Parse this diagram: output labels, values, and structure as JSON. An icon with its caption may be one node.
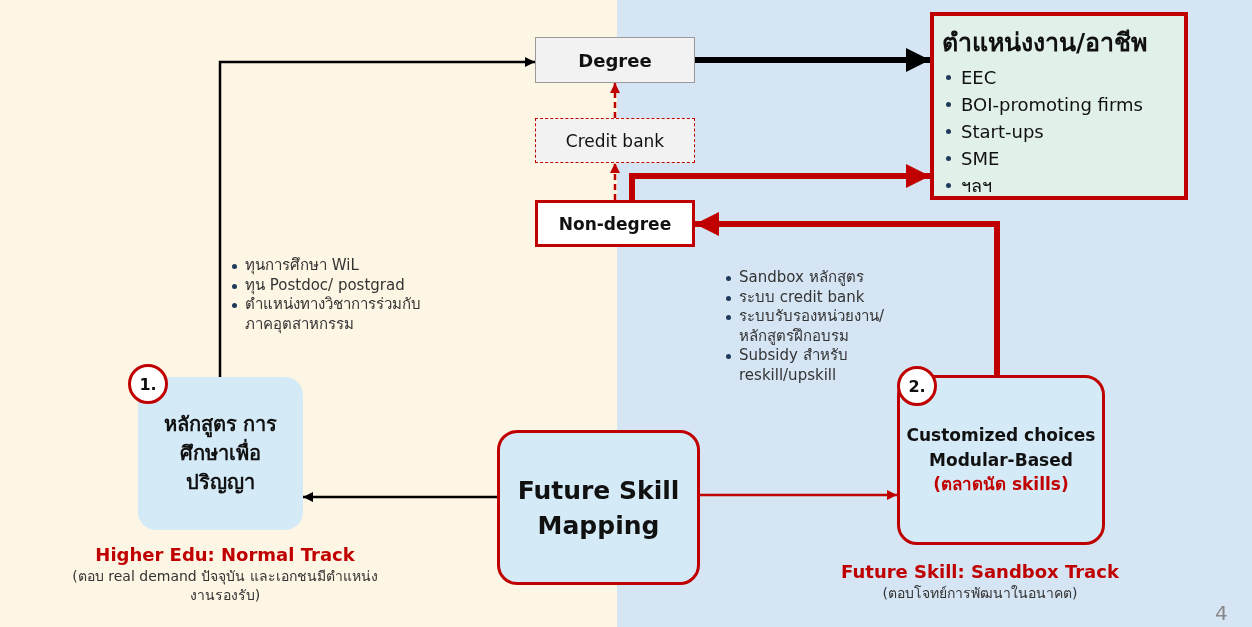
{
  "diagram": {
    "nodes": [
      {
        "text": [
          "Degree"
        ]
      },
      {
        "text": [
          "Credit bank"
        ]
      },
      {
        "text": [
          "Non-degree"
        ]
      },
      {
        "text": [
          "ตำแหน่งงาน/อาชีพ",
          "EEC",
          "BOI-promoting firms",
          "Start-ups",
          "SME",
          "ฯลฯ"
        ]
      },
      {
        "text": [
          "หลักสูตร การศึกษาเพื่อ ปริญญา"
        ],
        "beside": [
          "Higher Edu: Normal Track",
          "(ตอบ real demand ปัจจุบัน และเอกชนมีตำแหน่งงานรองรับ)"
        ]
      },
      {
        "text": [
          "Future Skill Mapping"
        ]
      },
      {
        "text": [
          "Customized choices Modular-Based",
          "(ตลาดนัด skills)"
        ],
        "beside": [
          "Future Skill: Sandbox Track",
          "(ตอบโจทย์การพัฒนาในอนาคต)"
        ]
      },
      {
        "text": [
          "1."
        ]
      },
      {
        "text": [
          "2."
        ]
      }
    ],
    "edges": [
      {
        "from": 4,
        "to": 0,
        "arrow": "to",
        "color": "#000000"
      },
      {
        "from": 0,
        "to": 3,
        "arrow": "to",
        "style": "thick",
        "color": "#000000"
      },
      {
        "from": 1,
        "to": 0,
        "arrow": "to",
        "style": "dashed"
      },
      {
        "from": 2,
        "to": 1,
        "arrow": "to",
        "style": "dashed"
      },
      {
        "from": 2,
        "to": 3,
        "arrow": "to",
        "style": "thick"
      },
      {
        "from": 6,
        "to": 2,
        "arrow": "to",
        "style": "thick"
      },
      {
        "from": 5,
        "to": 4,
        "arrow": "to",
        "color": "#000000"
      },
      {
        "from": 5,
        "to": 6,
        "arrow": "to"
      }
    ],
    "labels": [
      "ทุนการศึกษา WiL",
      "ทุน Postdoc/ postgrad",
      "ตำแหน่งทางวิชาการร่วมกับ ภาคอุตสาหกรรม",
      "Sandbox หลักสูตร",
      "ระบบ credit bank",
      "ระบบรับรองหน่วยงาน/ หลักสูตรฝึกอบรม",
      "Subsidy สำหรับ reskill/upskill",
      "4"
    ]
  }
}
